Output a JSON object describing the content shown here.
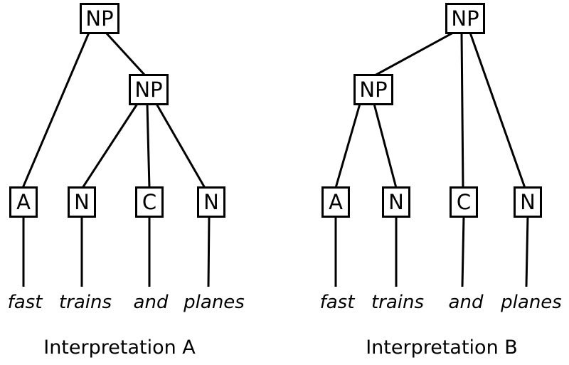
{
  "diagram": {
    "description": "Two constituency parse trees for the phrase 'fast trains and planes'",
    "colors": {
      "line": "#000000",
      "background": "#ffffff",
      "text": "#000000"
    },
    "trees": [
      {
        "caption": "Interpretation A",
        "nodes": {
          "root": "NP",
          "inner": "NP",
          "leaves": [
            "A",
            "N",
            "C",
            "N"
          ]
        },
        "words": [
          "fast",
          "trains",
          "and",
          "planes"
        ],
        "edges": [
          "root-NP→A",
          "root-NP→inner-NP",
          "inner-NP→N1",
          "inner-NP→C",
          "inner-NP→N2",
          "A→fast",
          "N1→trains",
          "C→and",
          "N2→planes"
        ]
      },
      {
        "caption": "Interpretation B",
        "nodes": {
          "root": "NP",
          "inner": "NP",
          "leaves": [
            "A",
            "N",
            "C",
            "N"
          ]
        },
        "words": [
          "fast",
          "trains",
          "and",
          "planes"
        ],
        "edges": [
          "root-NP→inner-NP",
          "root-NP→C",
          "root-NP→N2",
          "inner-NP→A",
          "inner-NP→N1",
          "A→fast",
          "N1→trains",
          "C→and",
          "N2→planes"
        ]
      }
    ]
  }
}
